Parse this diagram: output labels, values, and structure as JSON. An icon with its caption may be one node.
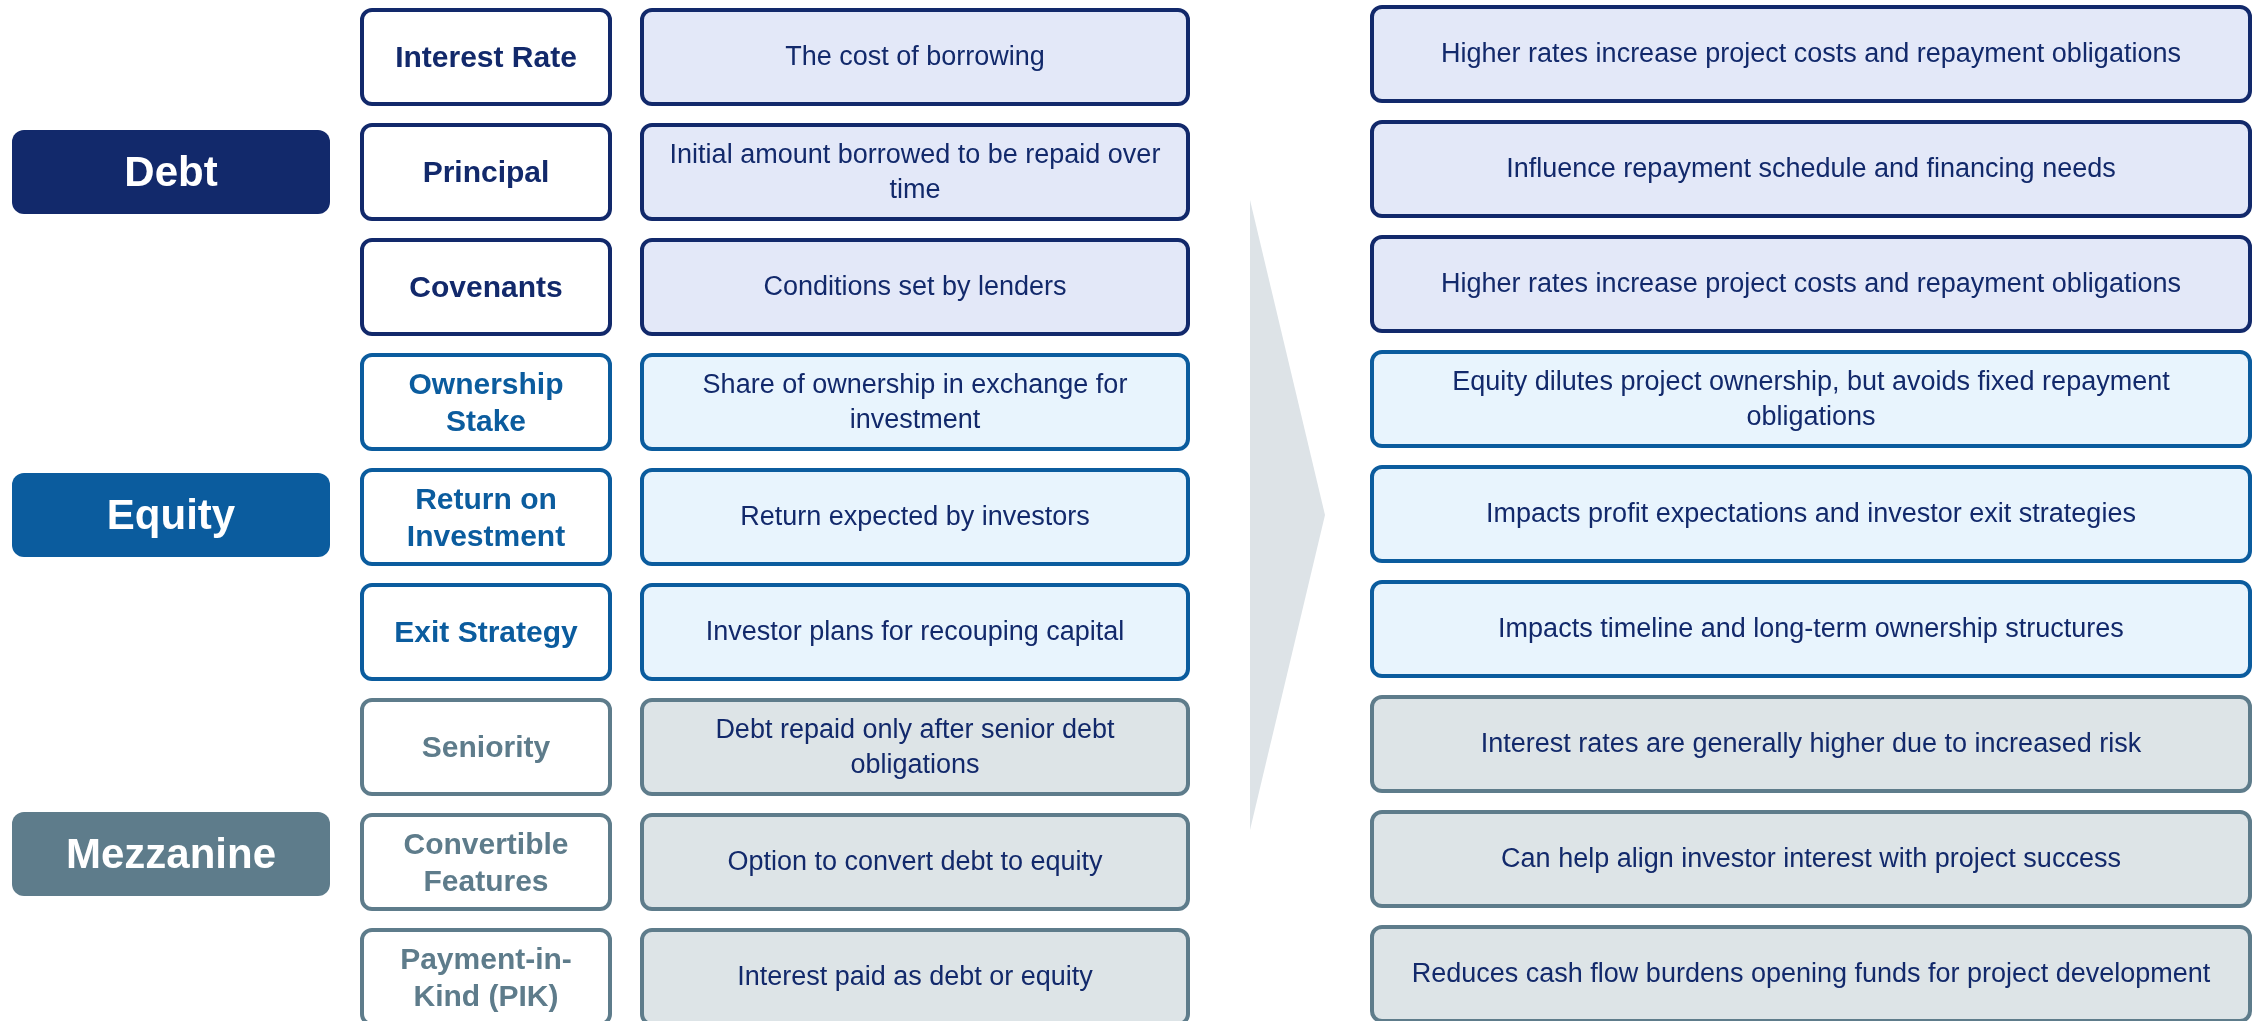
{
  "diagram": {
    "nodes": [
      {
        "text": [
          "Debt"
        ]
      },
      {
        "text": [
          "Equity"
        ]
      },
      {
        "text": [
          "Mezzanine"
        ]
      },
      {
        "text": [
          "Interest Rate"
        ]
      },
      {
        "text": [
          "The cost of borrowing"
        ]
      },
      {
        "text": [
          "Higher rates increase project costs and repayment obligations"
        ]
      },
      {
        "text": [
          "Principal"
        ]
      },
      {
        "text": [
          "Initial amount borrowed to be repaid over time"
        ]
      },
      {
        "text": [
          "Influence repayment schedule and financing needs"
        ]
      },
      {
        "text": [
          "Covenants"
        ]
      },
      {
        "text": [
          "Conditions set by lenders"
        ]
      },
      {
        "text": [
          "Higher rates increase project costs and repayment obligations"
        ]
      },
      {
        "text": [
          "Ownership Stake"
        ]
      },
      {
        "text": [
          "Share of ownership in exchange for investment"
        ]
      },
      {
        "text": [
          "Equity dilutes project ownership, but avoids fixed repayment obligations"
        ]
      },
      {
        "text": [
          "Return on Investment"
        ]
      },
      {
        "text": [
          "Return expected by investors"
        ]
      },
      {
        "text": [
          "Impacts profit expectations and investor exit strategies"
        ]
      },
      {
        "text": [
          "Exit Strategy"
        ]
      },
      {
        "text": [
          "Investor plans for recouping capital"
        ]
      },
      {
        "text": [
          "Impacts timeline and long-term ownership structures"
        ]
      },
      {
        "text": [
          "Seniority"
        ]
      },
      {
        "text": [
          "Debt repaid only after senior debt obligations"
        ]
      },
      {
        "text": [
          "Interest rates are generally higher due to increased risk"
        ]
      },
      {
        "text": [
          "Convertible Features"
        ]
      },
      {
        "text": [
          "Option to convert debt to equity"
        ]
      },
      {
        "text": [
          "Can help align investor interest with project success"
        ]
      },
      {
        "text": [
          "Payment-in-Kind (PIK)"
        ]
      },
      {
        "text": [
          "Interest paid as debt or equity"
        ]
      },
      {
        "text": [
          "Reduces cash flow burdens opening funds for project development"
        ]
      }
    ]
  }
}
